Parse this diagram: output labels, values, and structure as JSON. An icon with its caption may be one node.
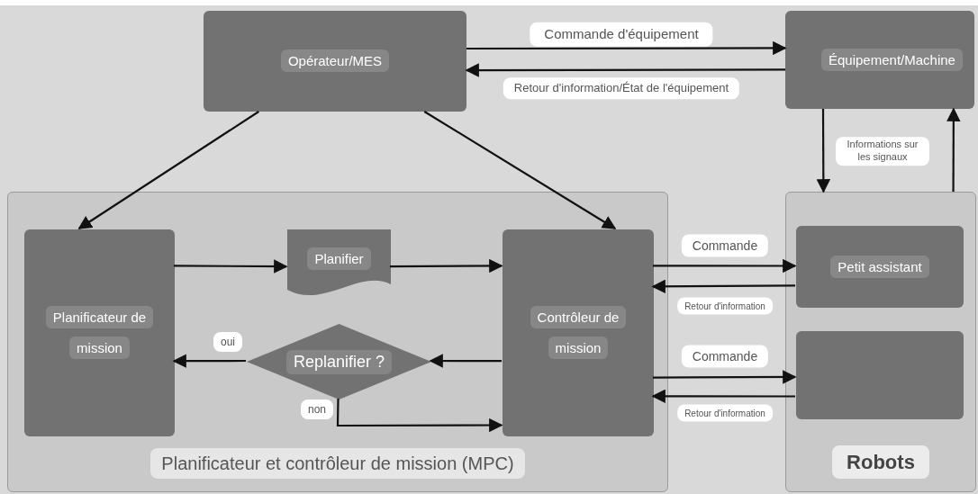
{
  "diagram": {
    "nodes": [
      {
        "text": [
          "Opérateur/MES"
        ]
      },
      {
        "text": [
          "Équipement/Machine"
        ]
      },
      {
        "text": [
          "Planificateur et contrôleur de mission (MPC)"
        ]
      },
      {
        "text": [
          "Planificateur de mission"
        ],
        "in": 2
      },
      {
        "text": [
          "Planifier"
        ],
        "in": 2
      },
      {
        "text": [
          "Contrôleur de mission"
        ],
        "in": 2
      },
      {
        "text": [
          "Replanifier ?"
        ],
        "in": 2
      },
      {
        "text": [
          "Robots"
        ]
      },
      {
        "text": [
          "Petit assistant"
        ],
        "in": 7
      },
      {
        "text": [],
        "shape": "box",
        "in": 7
      }
    ],
    "edges": [
      {
        "from": 0,
        "to": 1,
        "arrow": "to",
        "label": "Commande d'équipement"
      },
      {
        "from": 1,
        "to": 0,
        "arrow": "to",
        "label": "Retour d'information/État de l'équipement"
      },
      {
        "from": 0,
        "to": 3,
        "arrow": "to"
      },
      {
        "from": 0,
        "to": 5,
        "arrow": "to"
      },
      {
        "from": 3,
        "to": 4,
        "arrow": "to"
      },
      {
        "from": 4,
        "to": 5,
        "arrow": "to"
      },
      {
        "from": 5,
        "to": 6,
        "arrow": "to"
      },
      {
        "from": 6,
        "to": 3,
        "arrow": "to",
        "label": "oui"
      },
      {
        "from": 6,
        "to": 5,
        "arrow": "to",
        "label": "non"
      },
      {
        "from": 1,
        "to": 7,
        "arrow": "to",
        "label": "Informations sur les signaux"
      },
      {
        "from": 7,
        "to": 1,
        "arrow": "to"
      },
      {
        "from": 5,
        "to": 8,
        "arrow": "to",
        "label": "Commande"
      },
      {
        "from": 8,
        "to": 5,
        "arrow": "to",
        "label": "Retour d'information"
      },
      {
        "from": 5,
        "to": 9,
        "arrow": "to",
        "label": "Commande"
      },
      {
        "from": 9,
        "to": 5,
        "arrow": "to",
        "label": "Retour d'information"
      }
    ]
  }
}
